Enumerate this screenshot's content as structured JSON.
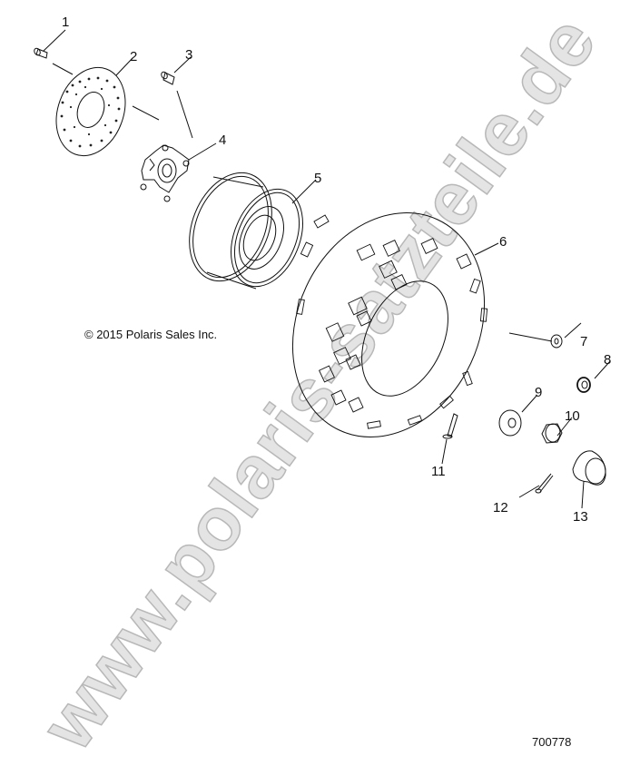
{
  "diagram": {
    "type": "exploded-parts-diagram",
    "subject": "Wheel assembly (brake disc, hub, rim, tire, fasteners)",
    "copyright": "© 2015 Polaris Sales Inc.",
    "drawing_id": "700778",
    "watermark": "www.polaris-satzteile.de",
    "callouts": [
      {
        "id": "1",
        "label": "1",
        "part": "bolt"
      },
      {
        "id": "2",
        "label": "2",
        "part": "brake disc"
      },
      {
        "id": "3",
        "label": "3",
        "part": "wheel stud"
      },
      {
        "id": "4",
        "label": "4",
        "part": "wheel hub"
      },
      {
        "id": "5",
        "label": "5",
        "part": "rim"
      },
      {
        "id": "6",
        "label": "6",
        "part": "tire"
      },
      {
        "id": "7",
        "label": "7",
        "part": "washer"
      },
      {
        "id": "8",
        "label": "8",
        "part": "lug nut"
      },
      {
        "id": "9",
        "label": "9",
        "part": "washer"
      },
      {
        "id": "10",
        "label": "10",
        "part": "hex nut"
      },
      {
        "id": "11",
        "label": "11",
        "part": "valve stem"
      },
      {
        "id": "12",
        "label": "12",
        "part": "cotter pin"
      },
      {
        "id": "13",
        "label": "13",
        "part": "hub cap"
      }
    ]
  }
}
